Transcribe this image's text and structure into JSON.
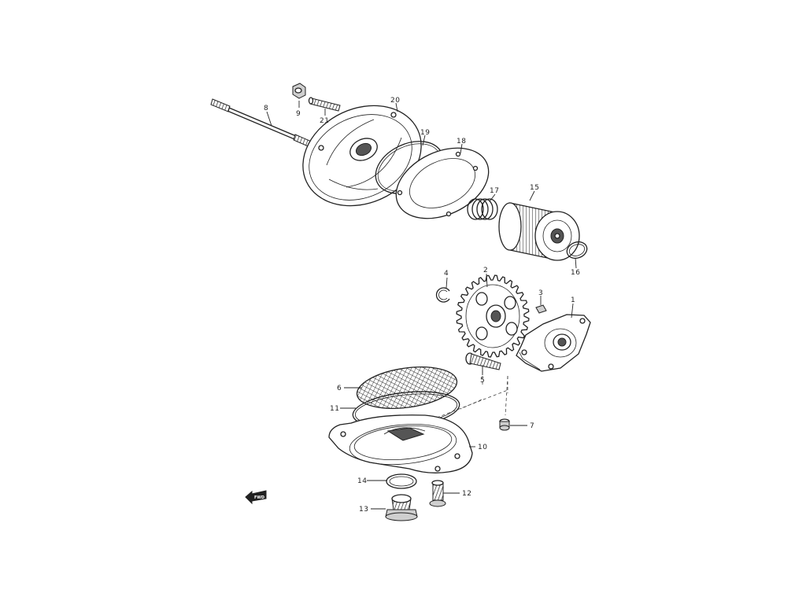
{
  "diagram": {
    "fwd_arrow_text": "FWD",
    "callouts": [
      {
        "id": "1",
        "label": "1"
      },
      {
        "id": "2",
        "label": "2"
      },
      {
        "id": "3",
        "label": "3"
      },
      {
        "id": "4",
        "label": "4"
      },
      {
        "id": "5",
        "label": "5"
      },
      {
        "id": "6",
        "label": "6"
      },
      {
        "id": "7",
        "label": "7"
      },
      {
        "id": "8",
        "label": "8"
      },
      {
        "id": "9",
        "label": "9"
      },
      {
        "id": "10",
        "label": "10"
      },
      {
        "id": "11",
        "label": "11"
      },
      {
        "id": "12",
        "label": "12"
      },
      {
        "id": "13",
        "label": "13"
      },
      {
        "id": "14",
        "label": "14"
      },
      {
        "id": "15",
        "label": "15"
      },
      {
        "id": "16",
        "label": "16"
      },
      {
        "id": "17",
        "label": "17"
      },
      {
        "id": "18",
        "label": "18"
      },
      {
        "id": "19",
        "label": "19"
      },
      {
        "id": "20",
        "label": "20"
      },
      {
        "id": "21",
        "label": "21"
      }
    ]
  }
}
